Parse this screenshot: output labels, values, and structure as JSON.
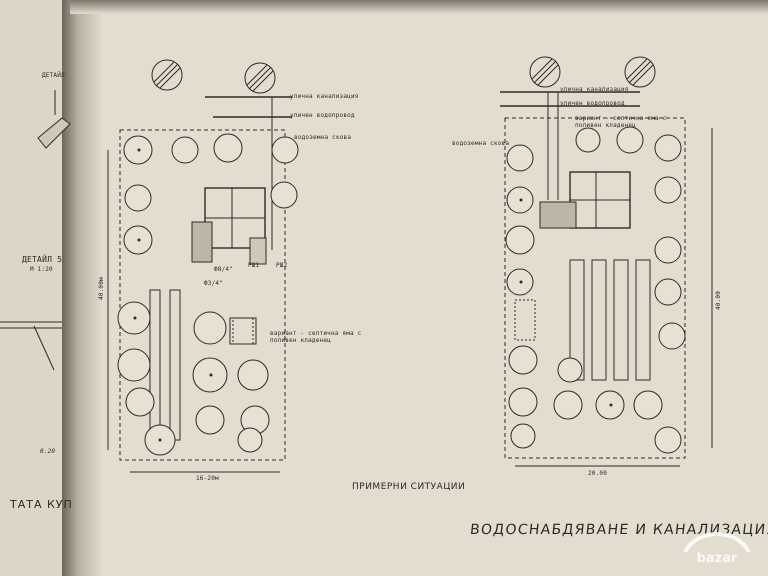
{
  "page": {
    "caption": "ПРИМЕРНИ СИТУАЦИИ",
    "title": "ВОДОСНАБДЯВАНЕ И КАНАЛИЗАЦИЯ"
  },
  "left_margin": {
    "detail_top": "ДЕТАЙЛ",
    "detail_five": "ДЕТАЙЛ 5",
    "scale": "М 1:20",
    "note": "0.20",
    "bottom_word": "ТАТА КУП"
  },
  "site_left": {
    "label_sewer": "улична канализация",
    "label_water": "уличен водопровод",
    "label_well": "водоземна скова",
    "label_septic": "вариант - септична яма с поливен кладенец",
    "pipe_1": "Ф8/4\"",
    "pipe_2": "Ф3/4\"",
    "rsh_1": "РШ1",
    "rsh_2": "РШ2",
    "dim_height": "40.00м",
    "dim_width": "16-20м"
  },
  "site_right": {
    "label_sewer": "улична канализация",
    "label_water": "уличен водопровод",
    "label_well": "водоземна скова",
    "label_septic": "вариант - септична яма с поливен кладенец",
    "dim_height": "40.00",
    "dim_width": "20.00"
  },
  "watermark": {
    "text": "bazar"
  }
}
